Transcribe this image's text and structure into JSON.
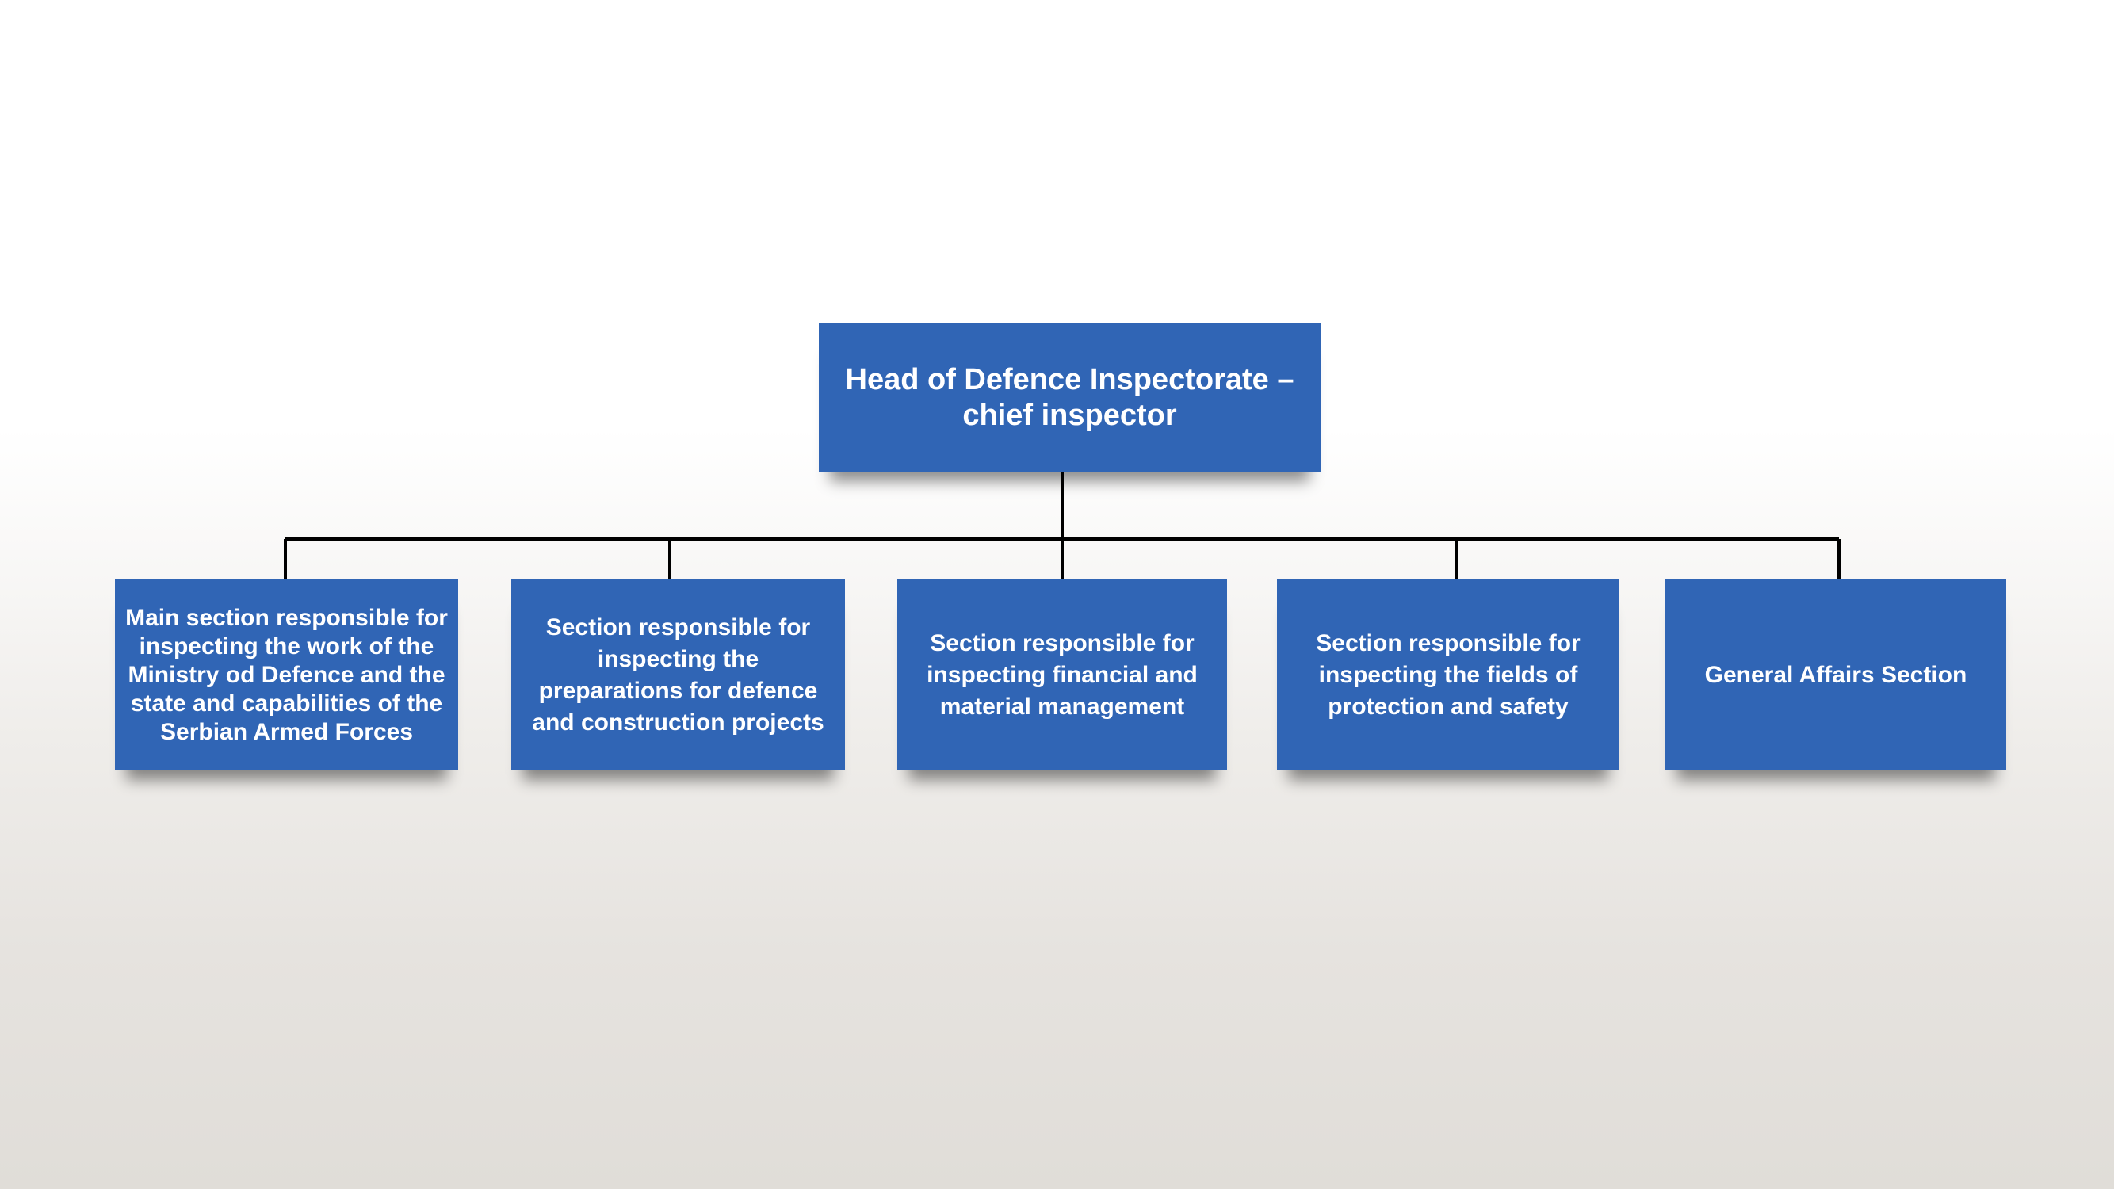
{
  "chart": {
    "head": "Head of Defence Inspectorate – chief inspector",
    "sections": [
      "Main section responsible for inspecting the work of the Ministry od Defence and the state and capabilities of the Serbian Armed Forces",
      "Section responsible for inspecting the preparations for defence and construction projects",
      "Section responsible for inspecting financial and material management",
      "Section responsible for inspecting the fields of protection and safety",
      "General Affairs Section"
    ]
  },
  "colors": {
    "box_fill": "#3065b5",
    "box_text": "#ffffff",
    "connector": "#000000"
  }
}
